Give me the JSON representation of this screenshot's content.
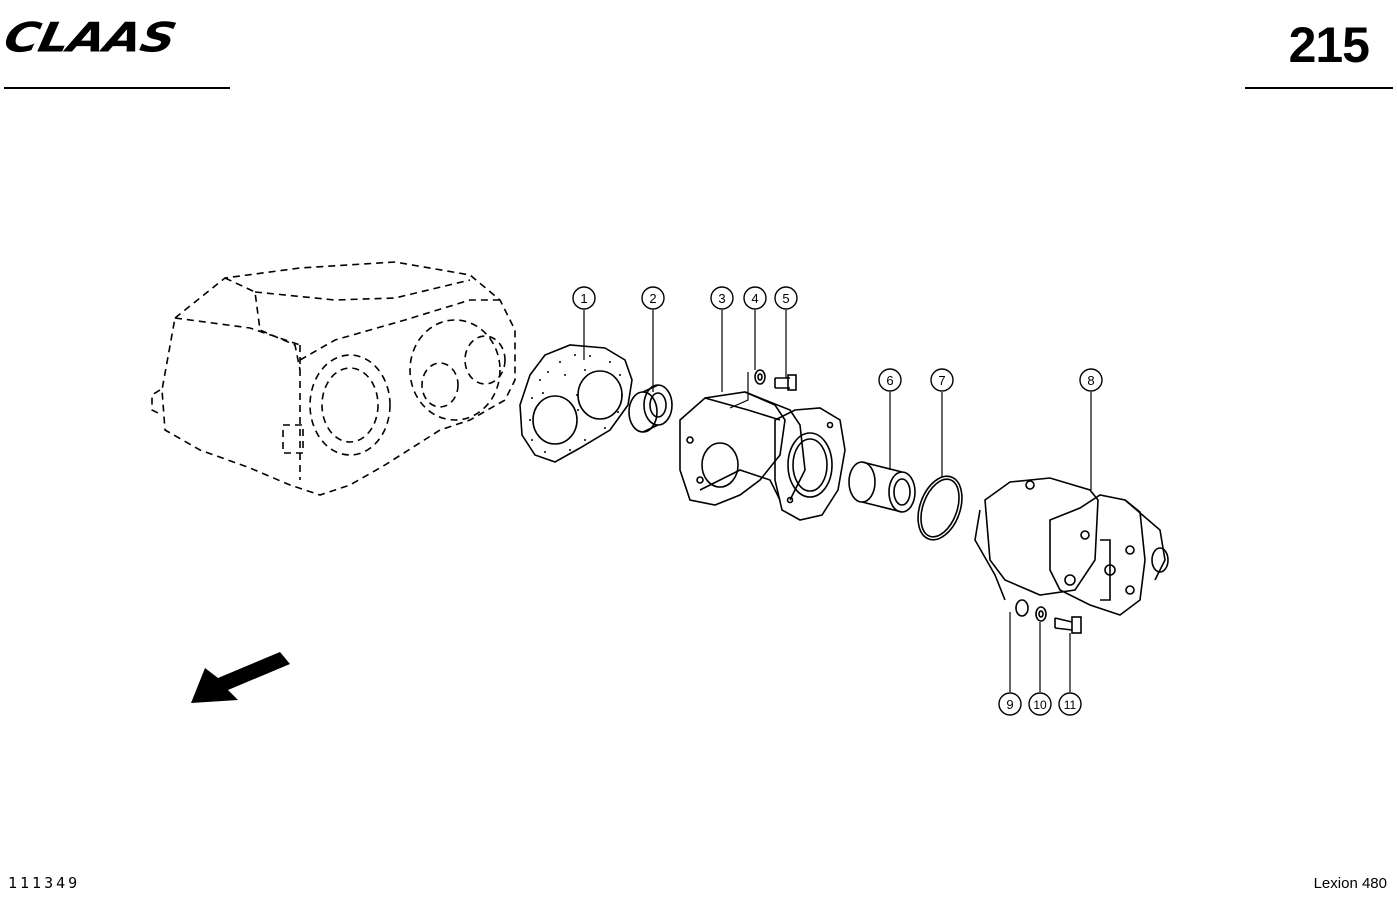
{
  "header": {
    "brand": "CLAAS",
    "page_number": "215"
  },
  "footer": {
    "drawing_id": "111349",
    "model": "Lexion 480"
  },
  "callouts": [
    "1",
    "2",
    "3",
    "4",
    "5",
    "6",
    "7",
    "8",
    "9",
    "10",
    "11"
  ],
  "icons": {
    "direction_arrow": "direction-arrow-icon"
  },
  "colors": {
    "ink": "#000000",
    "paper": "#ffffff"
  }
}
